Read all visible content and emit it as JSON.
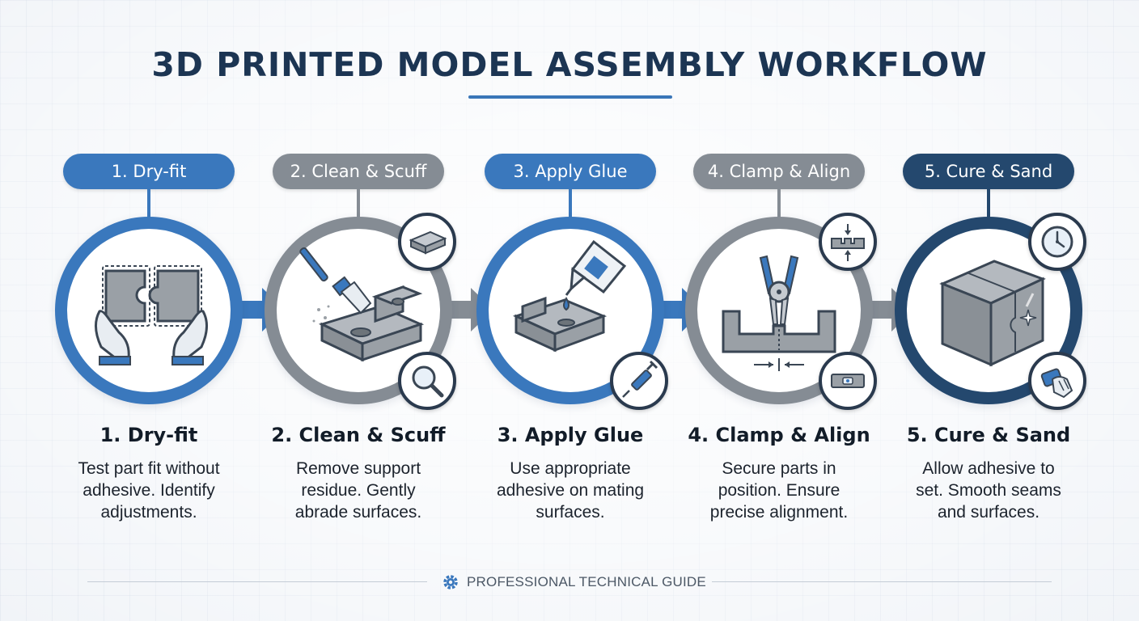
{
  "title": "3D PRINTED MODEL ASSEMBLY WORKFLOW",
  "footer": {
    "label": "PROFESSIONAL TECHNICAL GUIDE",
    "icon": "gear-icon"
  },
  "colors": {
    "blue": "#3a78bd",
    "gray": "#858c94",
    "navy": "#24486e",
    "title": "#1c3553",
    "part_fill": "#9aa0a6",
    "part_stroke": "#3a4654"
  },
  "steps": [
    {
      "pill": "1. Dry-fit",
      "title": "1. Dry-fit",
      "desc": [
        "Test part fit without",
        "adhesive. Identify",
        "adjustments."
      ],
      "main_icon": "puzzle-hands-icon",
      "badges": []
    },
    {
      "pill": "2. Clean & Scuff",
      "title": "2. Clean & Scuff",
      "desc": [
        "Remove support",
        "residue. Gently",
        "abrade surfaces."
      ],
      "main_icon": "brush-cleaning-part-icon",
      "badges": [
        "sanding-block-icon",
        "magnifier-icon"
      ]
    },
    {
      "pill": "3. Apply Glue",
      "title": "3. Apply Glue",
      "desc": [
        "Use appropriate",
        "adhesive on mating",
        "surfaces."
      ],
      "main_icon": "glue-bottle-icon",
      "badges": [
        "syringe-icon"
      ]
    },
    {
      "pill": "4. Clamp & Align",
      "title": "4. Clamp & Align",
      "desc": [
        "Secure parts in",
        "position. Ensure",
        "precise alignment."
      ],
      "main_icon": "clamp-icon",
      "badges": [
        "compress-icon",
        "level-icon"
      ]
    },
    {
      "pill": "5. Cure & Sand",
      "title": "5. Cure & Sand",
      "desc": [
        "Allow adhesive to",
        "set. Smooth seams",
        "and surfaces."
      ],
      "main_icon": "assembled-cube-icon",
      "badges": [
        "clock-icon",
        "sanding-hand-icon"
      ]
    }
  ]
}
